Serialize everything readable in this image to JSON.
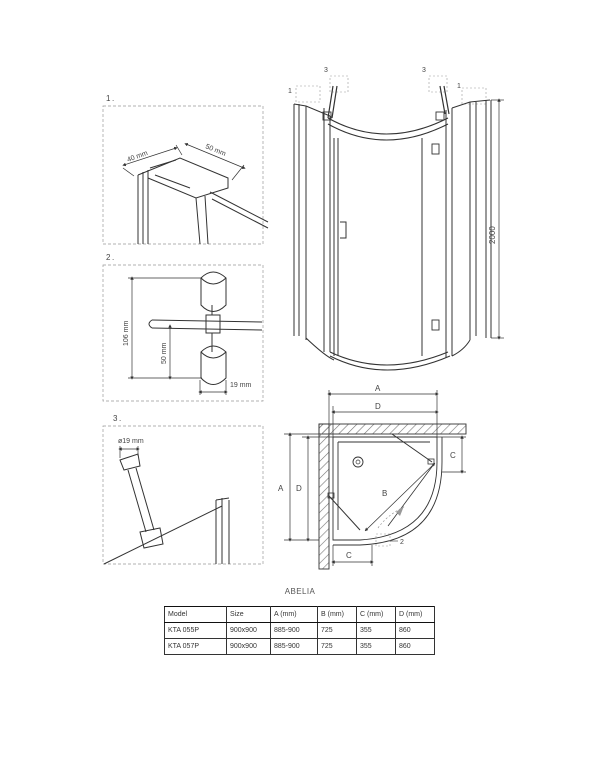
{
  "details": [
    {
      "number": "1",
      "dims": [
        "40 mm",
        "50 mm"
      ]
    },
    {
      "number": "2",
      "dims": [
        "106 mm",
        "50 mm",
        "19 mm"
      ]
    },
    {
      "number": "3",
      "dims": [
        "ø19 mm"
      ]
    }
  ],
  "elevation": {
    "callouts": [
      "1",
      "3",
      "3",
      "1"
    ],
    "height": "2000"
  },
  "plan": {
    "labels": {
      "A_top": "A",
      "D_top": "D",
      "C_right": "C",
      "B_diag": "B",
      "A_left": "A",
      "D_left": "D",
      "C_bottom": "C",
      "callout": "2"
    }
  },
  "spec": {
    "title": "ABELIA",
    "columns": [
      "Model",
      "Size",
      "A (mm)",
      "B (mm)",
      "C (mm)",
      "D (mm)"
    ],
    "rows": [
      [
        "KTA 055P",
        "900x900",
        "885-900",
        "725",
        "355",
        "860"
      ],
      [
        "KTA 057P",
        "900x900",
        "885-900",
        "725",
        "355",
        "860"
      ]
    ]
  }
}
